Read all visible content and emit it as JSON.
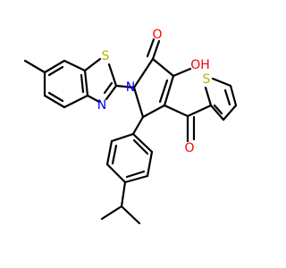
{
  "colors": {
    "bond": "#000000",
    "background": "#ffffff",
    "oxygen": "#ff0000",
    "nitrogen": "#0000ff",
    "sulfur": "#b5b500"
  },
  "atoms": {
    "O_carbonyl": "O",
    "OH": "OH",
    "S_thiophene": "S",
    "S_benzothiazole": "S",
    "N_pyrrole": "N",
    "N_thiazole": "N",
    "O_ketone": "O"
  }
}
